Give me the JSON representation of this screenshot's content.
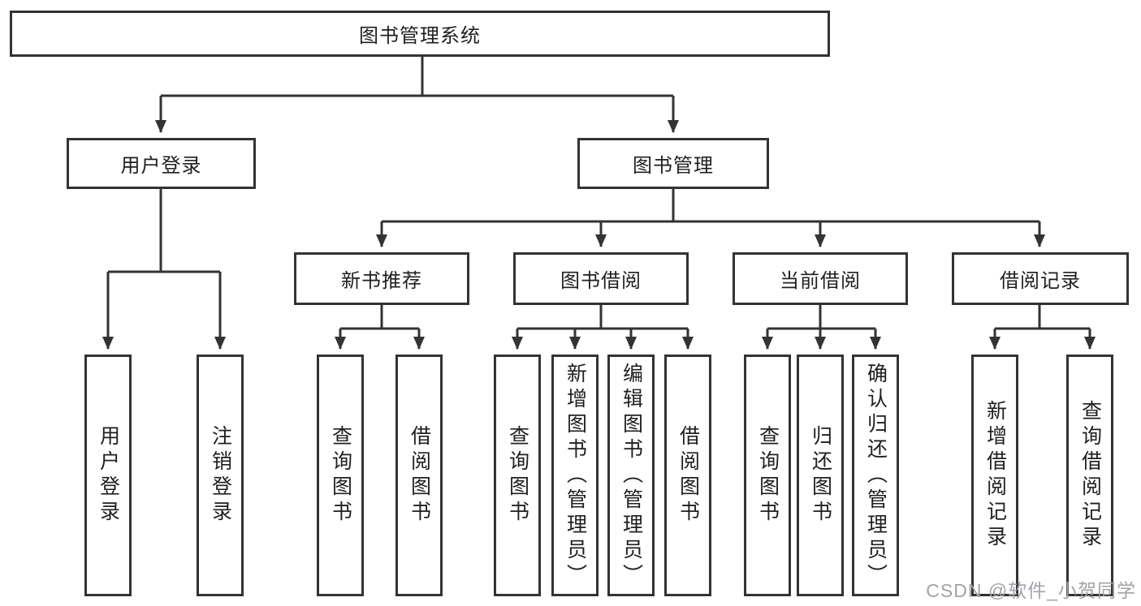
{
  "diagram": {
    "root": {
      "label": "图书管理系统"
    },
    "branches": [
      {
        "id": "user-login",
        "label": "用户登录",
        "children": [
          {
            "label": "用户登录"
          },
          {
            "label": "注销登录"
          }
        ]
      },
      {
        "id": "book-management",
        "label": "图书管理",
        "sections": [
          {
            "id": "new-book-recommend",
            "label": "新书推荐",
            "children": [
              {
                "label": "查询图书"
              },
              {
                "label": "借阅图书"
              }
            ]
          },
          {
            "id": "book-borrowing",
            "label": "图书借阅",
            "children": [
              {
                "label": "查询图书"
              },
              {
                "label": "新增图书（管理员）"
              },
              {
                "label": "编辑图书（管理员）"
              },
              {
                "label": "借阅图书"
              }
            ]
          },
          {
            "id": "current-borrowing",
            "label": "当前借阅",
            "children": [
              {
                "label": "查询图书"
              },
              {
                "label": "归还图书"
              },
              {
                "label": "确认归还（管理员）"
              }
            ]
          },
          {
            "id": "borrowing-records",
            "label": "借阅记录",
            "children": [
              {
                "label": "新增借阅记录"
              },
              {
                "label": "查询借阅记录"
              }
            ]
          }
        ]
      }
    ]
  },
  "watermark": {
    "text": "CSDN @软件_小贺同学"
  },
  "colors": {
    "line": "#333333",
    "box_border": "#333333",
    "text": "#1f1f1f",
    "watermark": "#a3a3a8",
    "background": "#ffffff"
  }
}
